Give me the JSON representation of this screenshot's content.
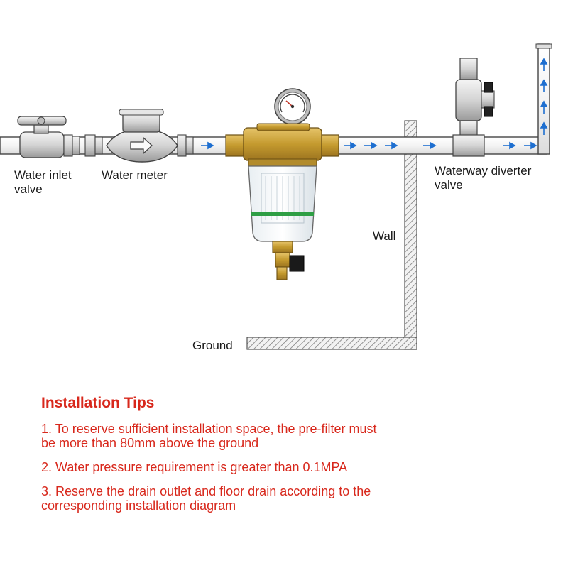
{
  "labels": {
    "inlet_valve_line1": "Water inlet",
    "inlet_valve_line2": "valve",
    "water_meter": "Water meter",
    "diverter_valve_line1": "Waterway diverter",
    "diverter_valve_line2": "valve",
    "wall": "Wall",
    "ground": "Ground"
  },
  "tips": {
    "title": "Installation Tips",
    "items": [
      {
        "line1": "1. To reserve sufficient installation space, the pre-filter must",
        "line2": "be more than 80mm above the ground"
      },
      {
        "line1": "2. Water pressure requirement is greater than 0.1MPA",
        "line2": ""
      },
      {
        "line1": "3. Reserve the drain outlet and floor drain according to the",
        "line2": "corresponding installation diagram"
      }
    ]
  },
  "colors": {
    "tips_text": "#d8281c",
    "flow_arrow": "#1e6fd0",
    "brass": "#c9a23a",
    "pipe_outline": "#444444"
  }
}
